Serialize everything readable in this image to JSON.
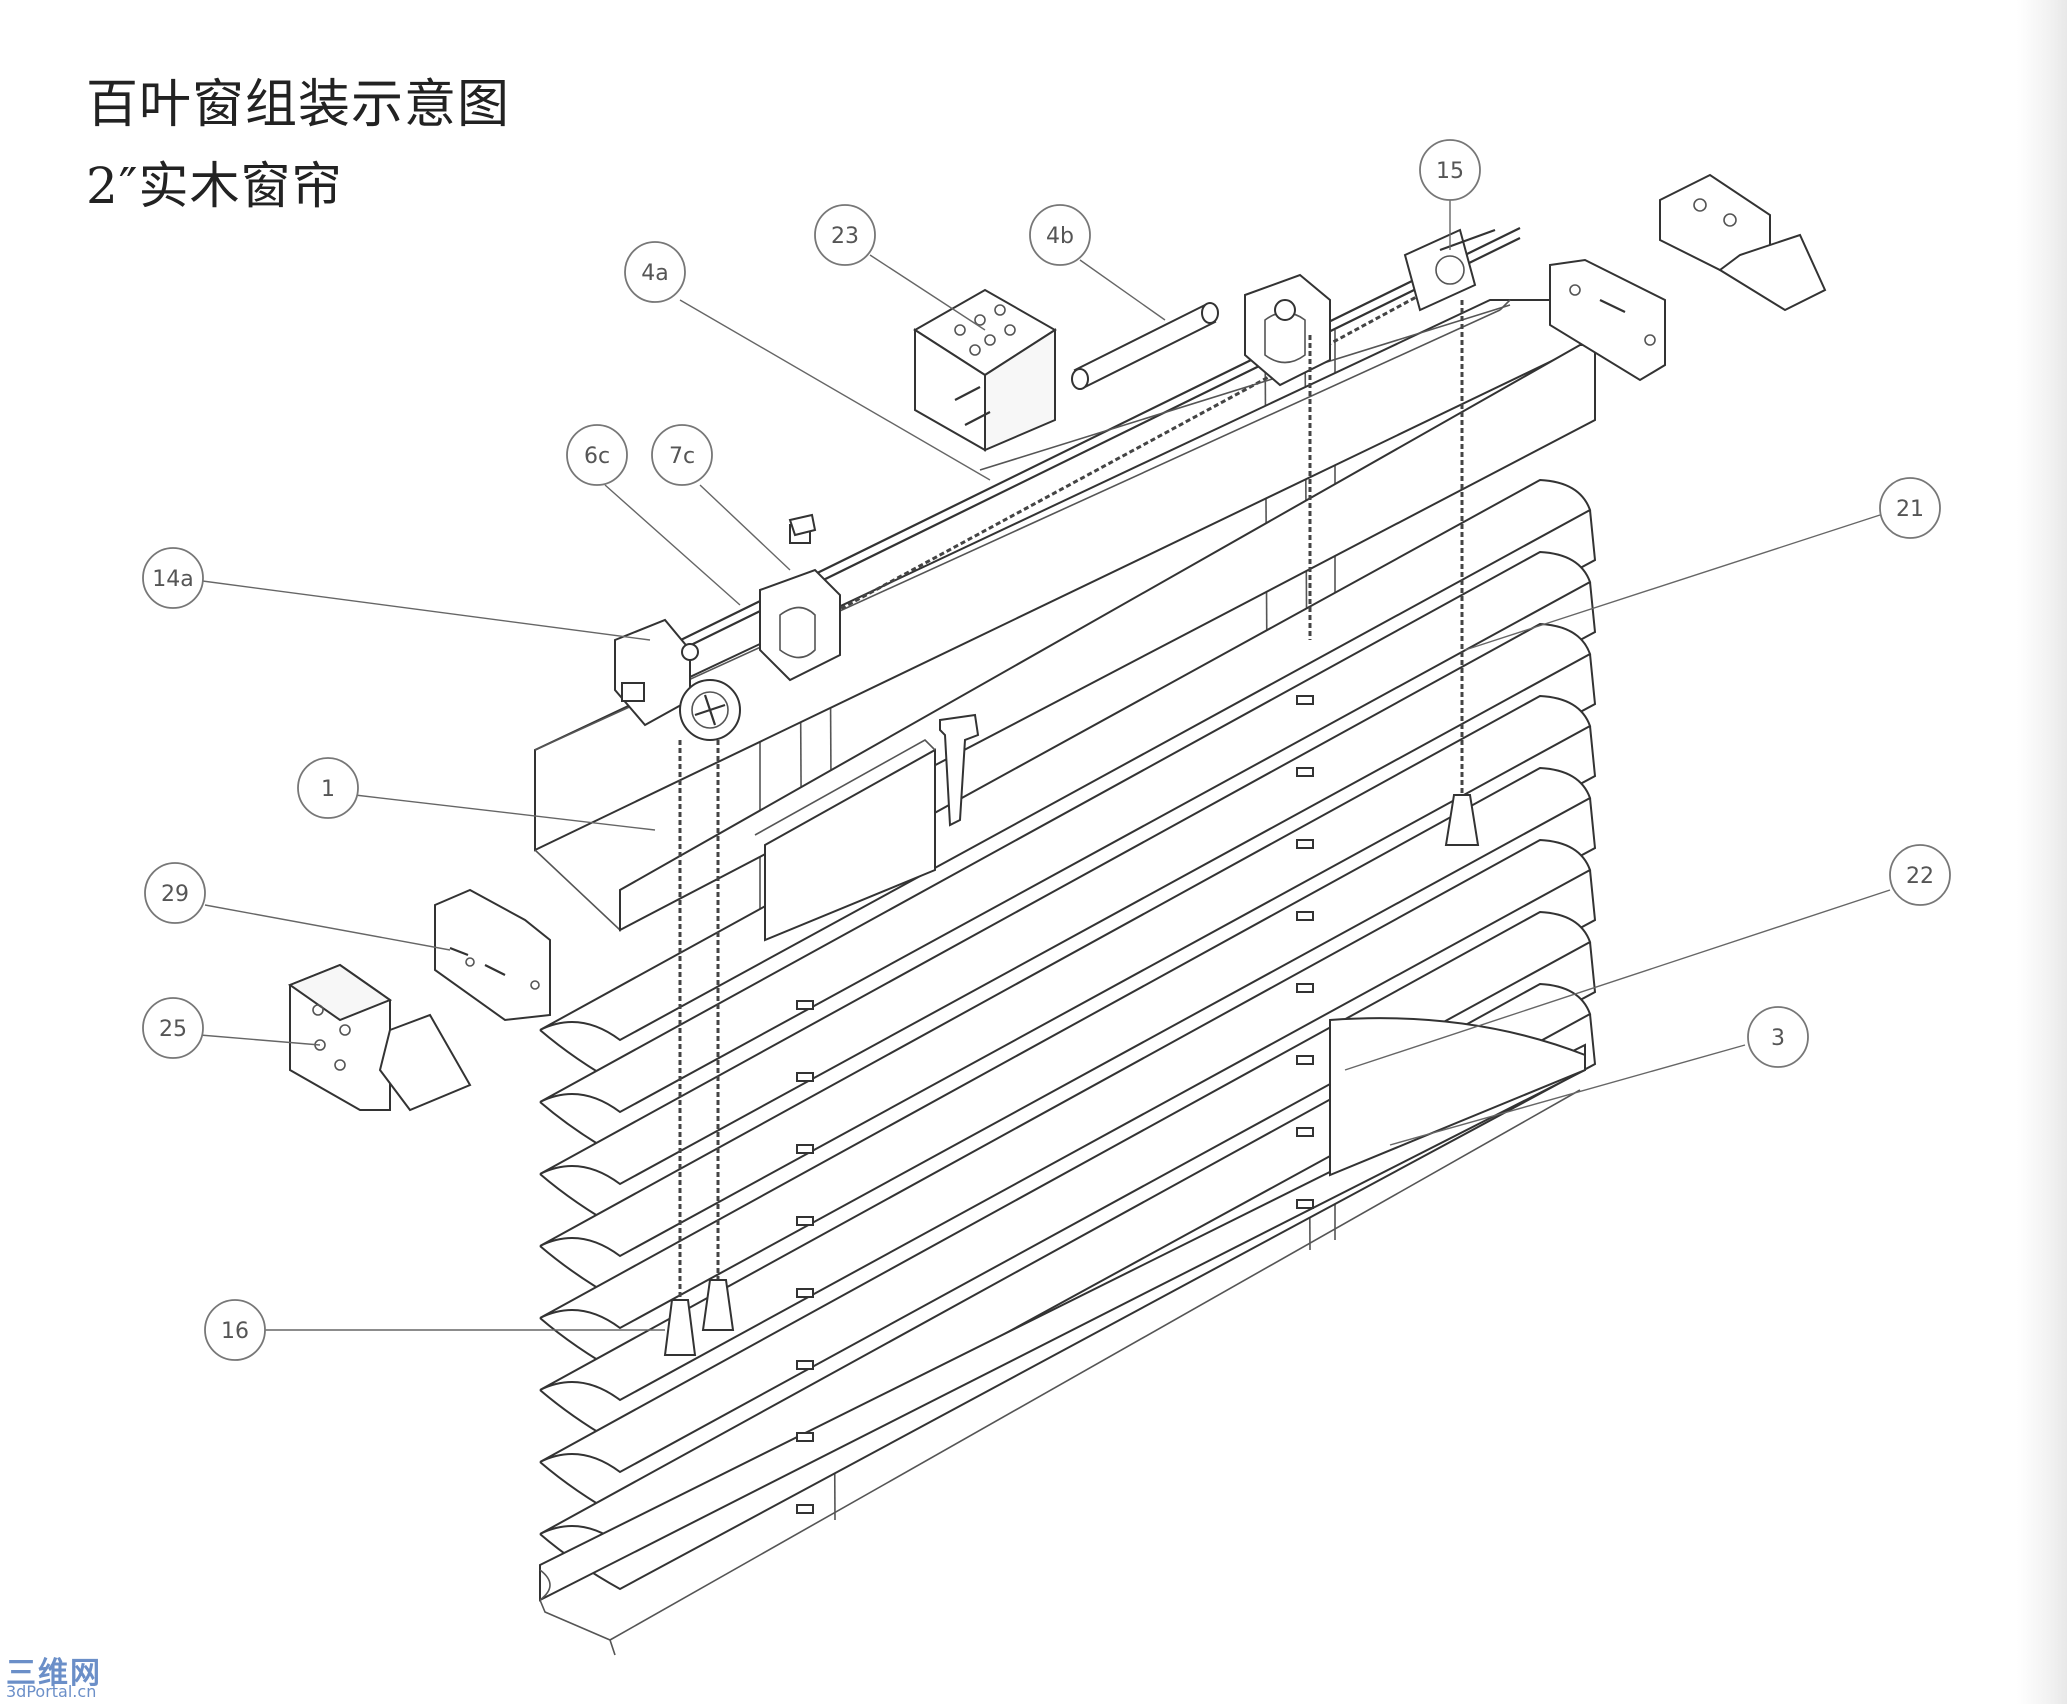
{
  "title": "百叶窗组装示意图",
  "subtitle": "2″实木窗帘",
  "watermark": {
    "brand": "三维网",
    "site": "3dPortal.cn"
  },
  "callouts": [
    {
      "label": "15"
    },
    {
      "label": "23"
    },
    {
      "label": "4b"
    },
    {
      "label": "4a"
    },
    {
      "label": "6c"
    },
    {
      "label": "7c"
    },
    {
      "label": "14a"
    },
    {
      "label": "21"
    },
    {
      "label": "1"
    },
    {
      "label": "29"
    },
    {
      "label": "22"
    },
    {
      "label": "25"
    },
    {
      "label": "3"
    },
    {
      "label": "16"
    }
  ],
  "slat_count": 8
}
